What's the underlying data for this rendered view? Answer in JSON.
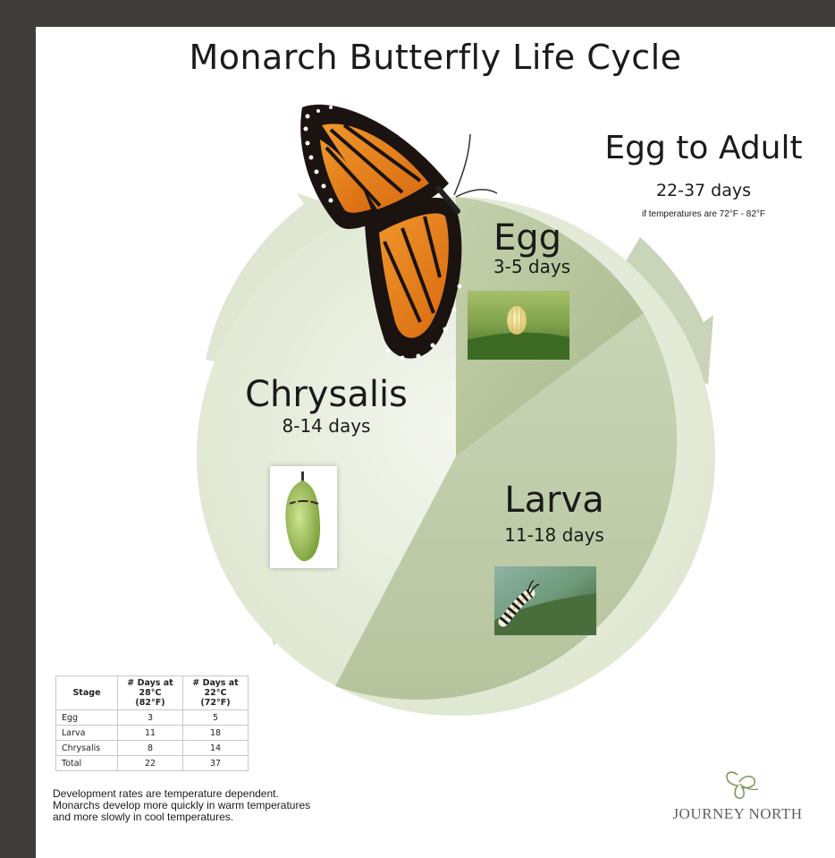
{
  "title": "Monarch Butterfly Life Cycle",
  "summary": {
    "heading": "Egg to Adult",
    "days": "22-37 days",
    "note": "if temperatures are 72°F - 82°F"
  },
  "stages": {
    "egg": {
      "name": "Egg",
      "days": "3-5 days"
    },
    "larva": {
      "name": "Larva",
      "days": "11-18 days"
    },
    "chrysalis": {
      "name": "Chrysalis",
      "days": "8-14 days"
    }
  },
  "table": {
    "headers": [
      "Stage",
      "# Days at",
      "28°C (82°F)",
      "# Days at",
      "22°C (72°F)"
    ],
    "rows": [
      {
        "stage": "Egg",
        "warm": "3",
        "cool": "5"
      },
      {
        "stage": "Larva",
        "warm": "11",
        "cool": "18"
      },
      {
        "stage": "Chrysalis",
        "warm": "8",
        "cool": "14"
      },
      {
        "stage": "Total",
        "warm": "22",
        "cool": "37"
      }
    ]
  },
  "development_note": "Development rates are temperature dependent.  Monarchs develop more quickly in warm temperatures and more slowly in cool temperatures.",
  "logo": {
    "text": "JOURNEY NORTH",
    "icon": "butterfly-outline-icon"
  },
  "colors": {
    "frame": "#3f3d3c",
    "cycle_light": "#e6ecdb",
    "cycle_mid": "#c7d3b3",
    "cycle_dark": "#a5b58a",
    "wing_orange": "#e07a17"
  }
}
